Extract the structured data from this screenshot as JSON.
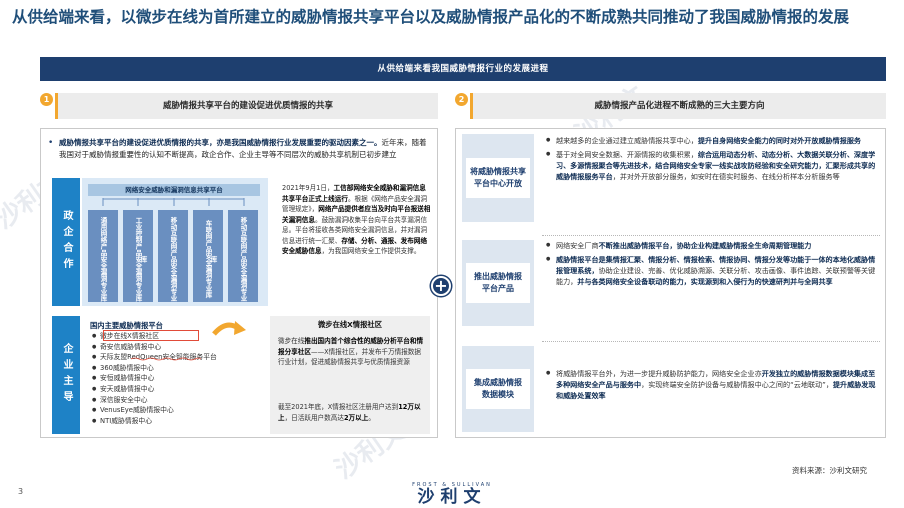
{
  "title": "从供给端来看，以微步在线为首所建立的威胁情报共享平台以及威胁情报产品化的不断成熟共同推动了我国威胁情报的发展",
  "banner": "从供给端来看我国威胁情报行业的发展进程",
  "left": {
    "num": "1",
    "header": "威胁情报共享平台的建设促进优质情报的共享",
    "intro_a": "威胁情报共享平台的建设促进优质情报的共享，亦是我国威胁情报行业发展重要的驱动因素之一。",
    "intro_b": "近年来，随着我国对于威胁情报重要性的认知不断提高，政企合作、企业主导等不同层次的威胁共享机制已初步建立",
    "sidebar1": "政企合作",
    "sidebar2": "企业主导",
    "gov_header": "网络安全威胁和漏洞信息共享平台",
    "gov_cols": [
      "通用网络产品安全漏洞专业库",
      "工业控制产品安全漏洞专业库",
      "移动互联网产品安全漏洞专业库",
      "车联网产品安全漏洞专业库",
      "移动互联网产品安全漏洞专业库"
    ],
    "gov_text_date": "2021年9月1日，",
    "gov_text_b1": "工信部网络安全威胁和漏洞信息共享平台正式上线运行",
    "gov_text_2": "。根据《网络产品安全漏洞管理规定》，",
    "gov_text_b2": "网络产品提供者应当及时向平台报送相关漏洞信息",
    "gov_text_3": "。鼓励漏洞收集平台向平台共享漏洞信息。平台将接收各类网络安全漏洞信息，并对漏洞信息进行统一汇聚、",
    "gov_text_b3": "存储、分析、通报、发布网络安全威胁信息",
    "gov_text_4": "，为我国网络安全工作提供支撑。",
    "ent_header": "国内主要威胁情报平台",
    "ent_items": [
      "微步在线X情报社区",
      "奇安信威胁情报中心",
      "天际友盟RedQueen安全智能服务平台",
      "360威胁情报中心",
      "安恒威胁情报中心",
      "安天威胁情报中心",
      "深信服安全中心",
      "VenusEye威胁情报中心",
      "NTI威胁情报中心"
    ],
    "x_header": "微步在线X情报社区",
    "x_text_1": "微步在线",
    "x_text_b1": "推出国内首个综合性的威胁分析平台和情报分享社区",
    "x_text_2": "——X情报社区，并发布千万情报数据行业计划，促进威胁情报共享与优质情报资源",
    "x_text_3": "截至2021年底，X情报社区注册用户达到",
    "x_text_b3": "12万以上",
    "x_text_4": "，日活跃用户数高达",
    "x_text_b4": "2万以上",
    "x_text_5": "。"
  },
  "right": {
    "num": "2",
    "header": "威胁情报产品化进程不断成熟的三大主要方向",
    "labels": [
      [
        "将威胁情报共享",
        "平台中心开放"
      ],
      [
        "推出威胁情报",
        "平台产品"
      ],
      [
        "集成威胁情报",
        "数据模块"
      ]
    ],
    "s1_a1": "越来越多的企业通过建立威胁情报共享中心，",
    "s1_b1": "提升自身网络安全能力的同时对外开放威胁情报服务",
    "s1_a2": "基于对全网安全数据、开源情报的收集积累，",
    "s1_b2": "综合运用动态分析、动态分析、大数据关联分析、深度学习、多源情报聚合等先进技术，结合网络安全专家一线实战攻防经验和安全研究能力，汇聚形成共享的威胁情报服务平台",
    "s1_a3": "，并对外开放部分服务，如安时在德实时服务、在线分析样本分析服务等",
    "s2_a1": "网络安全厂商",
    "s2_b1": "不断推出威胁情报平台，协助企业构建威胁情报全生命周期管理能力",
    "s2_b2": "威胁情报平台是集情报汇聚、情报分析、情报检索、情报协同、情报分发等功能于一体的本地化威胁情报管理系统，",
    "s2_a2": "协助企业建设、完善、优化威胁溯源、关联分析、攻击画像、事件追踪、关联预警等关键能力，",
    "s2_b3": "并与各类网络安全设备联动的能力，实现源到和入侵行为的快速研判并与全网共享",
    "s3_a1": "将威胁情报平台外，为进一步提升威胁防护能力，网络安全企业亦",
    "s3_b1": "开发独立的威胁情报数据模块集成至多种网络安全产品与服务中",
    "s3_a2": "，实现终端安全防护设备与威胁情报中心之间的“云地联动”，",
    "s3_b2": "提升威胁发现和威胁处置效率"
  },
  "source": "资料来源：沙利文研究",
  "page": "3",
  "logo_top": "FROST & SULLIVAN",
  "logo_cn": "沙利文",
  "watermark": "沙利文",
  "colors": {
    "navy": "#1e3f6f",
    "blue": "#1e82c6",
    "orange": "#f2a72f",
    "light": "#dbe9f6"
  }
}
